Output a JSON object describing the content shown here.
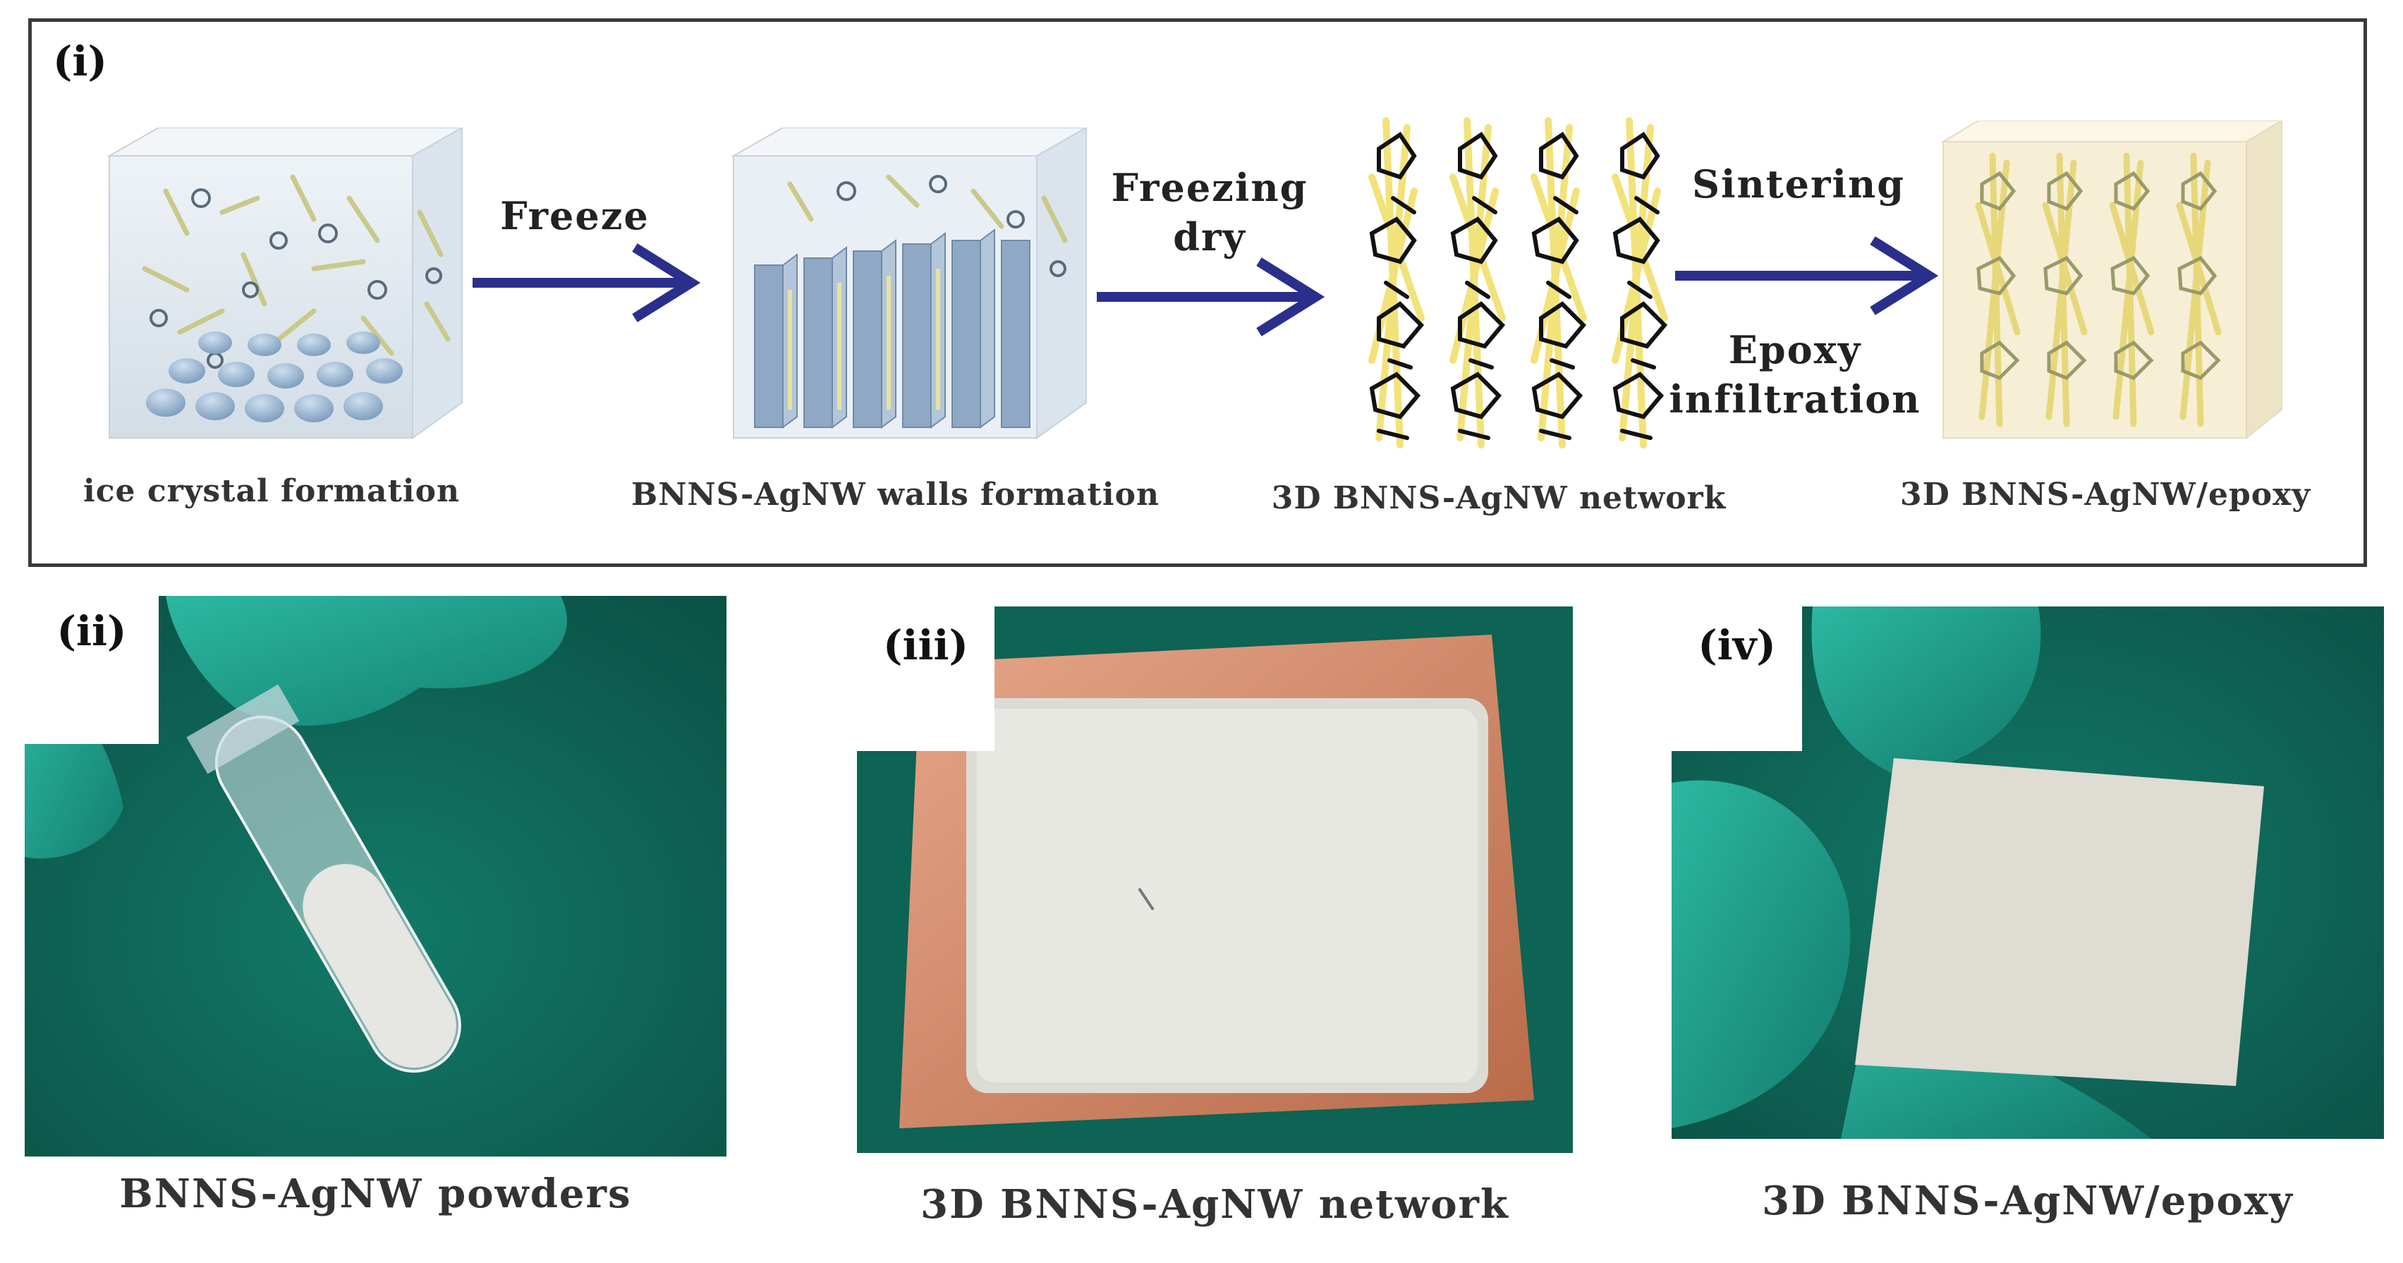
{
  "panel_i": {
    "label": "(i)",
    "steps": {
      "freeze": "Freeze",
      "freezing_dry_line1": "Freezing",
      "freezing_dry_line2": "dry",
      "sintering": "Sintering",
      "epoxy_line1": "Epoxy",
      "epoxy_line2": "infiltration"
    },
    "stages": [
      "ice crystal formation",
      "BNNS-AgNW walls formation",
      "3D BNNS-AgNW network",
      "3D BNNS-AgNW/epoxy"
    ]
  },
  "photos": [
    {
      "label": "(ii)",
      "caption": "BNNS-AgNW powders"
    },
    {
      "label": "(iii)",
      "caption": "3D BNNS-AgNW network"
    },
    {
      "label": "(iv)",
      "caption": "3D BNNS-AgNW/epoxy"
    }
  ],
  "colors": {
    "arrow": "#2b2f8c",
    "cube_tint": "#dfe8ef",
    "wall_blue": "#8fa8c4",
    "nanowire_yellow": "#e8e2a0",
    "network_yellow": "#f2e27a",
    "epoxy_beige": "#f6efd6",
    "background_green": "#0f6a5a",
    "copper": "#c87a5a"
  }
}
